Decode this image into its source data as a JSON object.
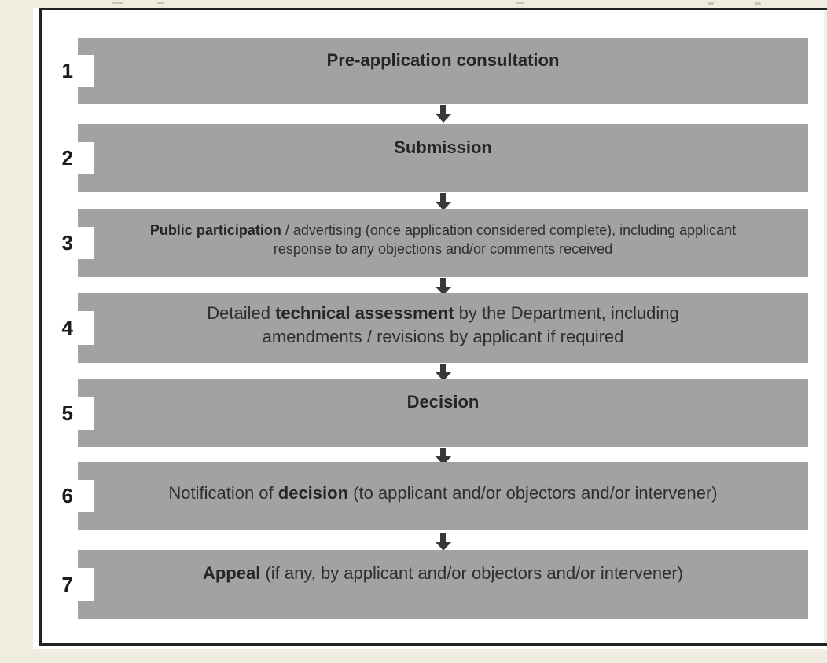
{
  "flowchart": {
    "description": "planning application process flowchart",
    "connector_icon": "down-arrow",
    "steps": [
      {
        "number": "1",
        "segments": [
          {
            "text": "Pre-application consultation",
            "bold": true
          }
        ]
      },
      {
        "number": "2",
        "segments": [
          {
            "text": "Submission",
            "bold": true
          }
        ]
      },
      {
        "number": "3",
        "segments": [
          {
            "text": "Public participation",
            "bold": true
          },
          {
            "text": " / advertising (once application considered complete), including applicant response to any objections and/or comments received",
            "bold": false
          }
        ]
      },
      {
        "number": "4",
        "segments": [
          {
            "text": "Detailed ",
            "bold": false
          },
          {
            "text": "technical assessment",
            "bold": true
          },
          {
            "text": " by the Department, including amendments / revisions by applicant if required",
            "bold": false
          }
        ]
      },
      {
        "number": "5",
        "segments": [
          {
            "text": "Decision",
            "bold": true
          }
        ]
      },
      {
        "number": "6",
        "segments": [
          {
            "text": "Notification of ",
            "bold": false
          },
          {
            "text": "decision",
            "bold": true
          },
          {
            "text": " (to applicant and/or objectors and/or intervener)",
            "bold": false
          }
        ]
      },
      {
        "number": "7",
        "segments": [
          {
            "text": "Appeal",
            "bold": true
          },
          {
            "text": " (if any, by applicant and/or objectors and/or intervener)",
            "bold": false
          }
        ]
      }
    ]
  },
  "colors": {
    "page_background": "#f0ecdf",
    "panel_background": "#ffffff",
    "bar_fill": "#a2a2a2",
    "panel_border": "#262223",
    "text": "#2e2e2e",
    "arrow": "#383838"
  }
}
